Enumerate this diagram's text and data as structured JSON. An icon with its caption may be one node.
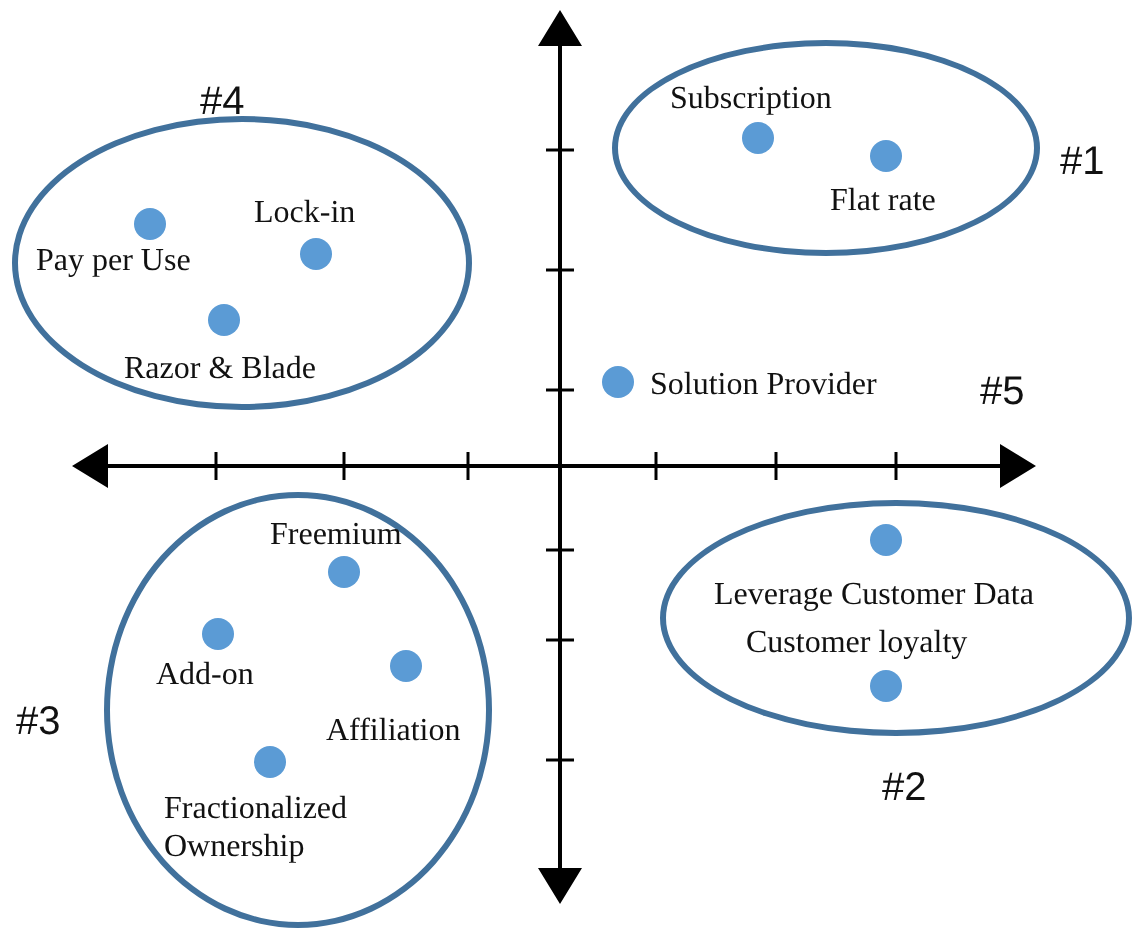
{
  "diagram": {
    "nodes": [
      {
        "text": [],
        "shape": "ellipse",
        "beside": [
          "#4"
        ]
      },
      {
        "text": [
          "Pay per Use"
        ],
        "in": 0
      },
      {
        "text": [
          "Lock-in"
        ],
        "in": 0
      },
      {
        "text": [
          "Razor & Blade"
        ],
        "in": 0
      },
      {
        "text": [],
        "shape": "ellipse",
        "beside": [
          "#1"
        ]
      },
      {
        "text": [
          "Subscription"
        ],
        "in": 4
      },
      {
        "text": [
          "Flat rate"
        ],
        "in": 4
      },
      {
        "text": [
          "Solution Provider"
        ]
      },
      {
        "text": [],
        "shape": "ellipse",
        "beside": [
          "#3"
        ]
      },
      {
        "text": [
          "Freemium"
        ],
        "in": 8
      },
      {
        "text": [
          "Add-on"
        ],
        "in": 8
      },
      {
        "text": [
          "Affiliation"
        ],
        "in": 8
      },
      {
        "text": [
          "Fractionalized Ownership"
        ],
        "in": 8
      },
      {
        "text": [],
        "shape": "ellipse",
        "beside": [
          "#2"
        ]
      },
      {
        "text": [
          "Leverage Customer Data"
        ],
        "in": 13
      },
      {
        "text": [
          "Customer loyalty"
        ],
        "in": 13
      }
    ],
    "labels": [
      "#5"
    ]
  }
}
